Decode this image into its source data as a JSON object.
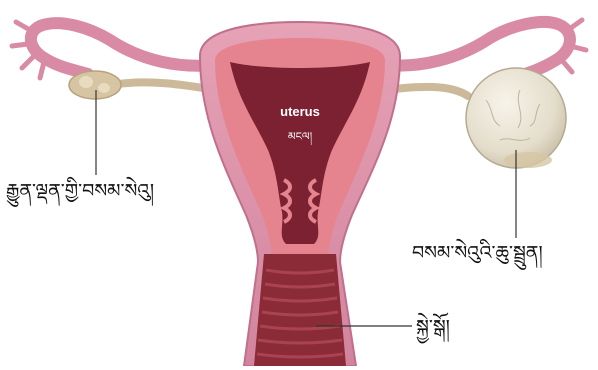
{
  "diagram": {
    "labels": {
      "uterus_en": "uterus",
      "uterus_bo": "མངལ།",
      "cyst": "བསམ་སེའུའི་ཆུ་སྦྲུན།",
      "cervix": "སྐྱེ་སྒོ།",
      "fallopian": "རྒྱུན་ལྡན་གྱི་བསམ་སེའུ།"
    },
    "colors": {
      "outer_tissue": "#dc8ea8",
      "outer_shade": "#c46f8e",
      "muscle_inner": "#e07e8c",
      "cavity": "#7a2030",
      "vagina": "#8c2a36",
      "cyst": "#e9e4d7",
      "ovary": "#d8c9a6",
      "leader_line": "#333333"
    }
  }
}
